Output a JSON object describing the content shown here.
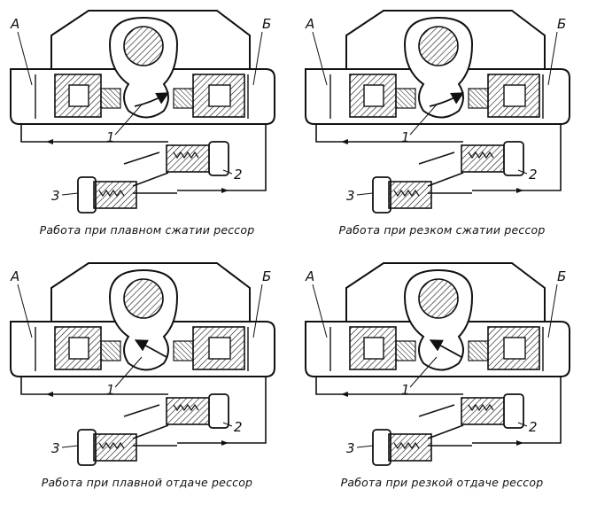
{
  "panels": [
    {
      "label_a": "А",
      "label_b": "Б",
      "label_1": "1",
      "label_2": "2",
      "label_3": "3",
      "caption": "Работа при плавном сжатии рессор",
      "arrow": "cw-soft"
    },
    {
      "label_a": "А",
      "label_b": "Б",
      "label_1": "1",
      "label_2": "2",
      "label_3": "3",
      "caption": "Работа при резком сжатии рессор",
      "arrow": "cw-hard"
    },
    {
      "label_a": "А",
      "label_b": "Б",
      "label_1": "1",
      "label_2": "2",
      "label_3": "3",
      "caption": "Работа при плавной отдаче рессор",
      "arrow": "ccw-soft"
    },
    {
      "label_a": "А",
      "label_b": "Б",
      "label_1": "1",
      "label_2": "2",
      "label_3": "3",
      "caption": "Работа при резкой отдаче рессор",
      "arrow": "ccw-hard"
    }
  ]
}
